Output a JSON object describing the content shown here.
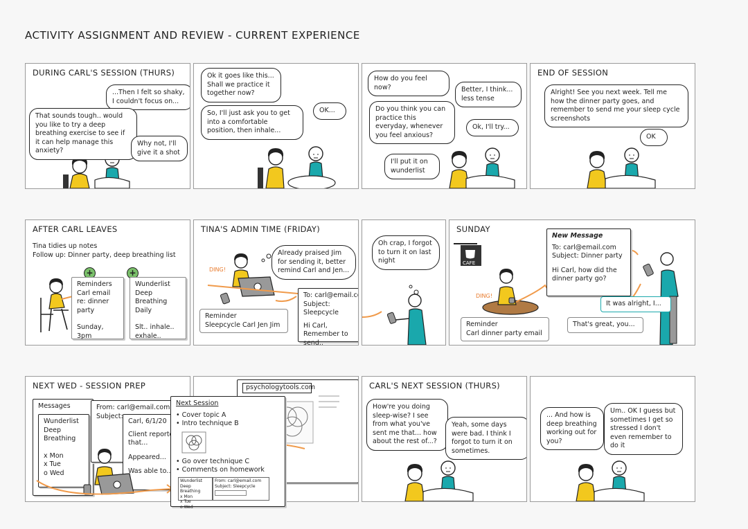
{
  "title": "ACTIVITY ASSIGNMENT AND REVIEW - CURRENT EXPERIENCE",
  "accent_colors": {
    "yellow": "#f2c81e",
    "teal": "#1aa8ac",
    "orange": "#f09a4a",
    "green": "#7ac06a"
  },
  "p1": {
    "title": "DURING CARL'S SESSION (THURS)",
    "carl1": "...Then I felt so shaky, I couldn't focus on...",
    "tina": "That sounds tough.. would you like to try a deep breathing exercise to see if it can help manage this anxiety?",
    "carl2": "Why not, I'll give it a shot"
  },
  "p2": {
    "tina1": "Ok it goes like this... Shall we practice it together now?",
    "tina2": "So, I'll just ask you to get into a comfortable position, then inhale...",
    "carl": "OK..."
  },
  "p3": {
    "tina1": "How do you feel now?",
    "carl1": "Better, I think... less tense",
    "tina2": "Do you think you can practice this everyday, whenever you feel anxious?",
    "carl2": "Ok, I'll try...",
    "tina3": "I'll put it on wunderlist"
  },
  "p4": {
    "title": "END OF SESSION",
    "tina": "Alright! See you next week. Tell me how the dinner party goes, and remember to send me your sleep cycle screenshots",
    "carl": "OK"
  },
  "p5": {
    "title": "AFTER CARL LEAVES",
    "line1": "Tina tidies up notes",
    "line2": "Follow up: Dinner party, deep breathing list",
    "card1": {
      "l1": "Reminders",
      "l2": "Carl email",
      "l3": "re: dinner party",
      "l4": "Sunday, 3pm"
    },
    "card2": {
      "l1": "Wunderlist",
      "l2": "Deep Breathing",
      "l3": "Daily",
      "l4": "Slt.. inhale..",
      "l5": "exhale.."
    },
    "plus": "+"
  },
  "p6": {
    "title": "TINA'S ADMIN TIME (FRIDAY)",
    "thought": "Already praised Jim for sending it, better remind Carl and Jen...",
    "ding": "DING!",
    "reminder": {
      "l1": "Reminder",
      "l2": "Sleepcycle Carl Jen Jim"
    },
    "email": {
      "to": "To: carl@email.com",
      "subject": "Subject: Sleepcycle",
      "greet": "Hi Carl,",
      "body": "Remember to send.."
    }
  },
  "p7": {
    "thought": "Oh crap, I forgot to turn it on last night"
  },
  "p8": {
    "title": "SUNDAY",
    "cafe": "CAFE",
    "ding": "DING!",
    "new_message": "New Message",
    "to": "To: carl@email.com",
    "subject": "Subject: Dinner party",
    "body": "Hi Carl, how did the dinner party go?",
    "reply": "It was alright, I...",
    "tina_reply": "That's great, you...",
    "reminder": {
      "l1": "Reminder",
      "l2": "Carl dinner party email"
    }
  },
  "p9": {
    "title": "NEXT WED - SESSION PREP",
    "messages": "Messages",
    "wl": {
      "l1": "Wunderlist",
      "l2": "Deep",
      "l3": "Breathing",
      "l4": "x Mon",
      "l5": "x Tue",
      "l6": "o Wed"
    },
    "email": {
      "from": "From: carl@email.com",
      "subject": "Subject:"
    },
    "notes": {
      "l1": "Carl, 6/1/20",
      "l2": "Client reported",
      "l3": "that...",
      "l4": "Appeared...",
      "l5": "Was able to..."
    },
    "next": {
      "title": "Next Session",
      "b1": "• Cover topic A",
      "b2": "• Intro technique B",
      "b3": "• Go over technique C",
      "b4": "• Comments on homework",
      "mini1": {
        "l1": "Wunderlist",
        "l2": "Deep Breathing",
        "l3": "x Mon",
        "l4": "x Tue",
        "l5": "o Wed"
      },
      "mini2": {
        "l1": "From: carl@email.com",
        "l2": "Subject: Sleepcycle"
      }
    }
  },
  "p10": {
    "url": "psychologytools.com"
  },
  "p11": {
    "title": "CARL'S NEXT SESSION (THURS)",
    "tina": "How're you doing sleep-wise? I see from what you've sent me that... how about the rest of...?",
    "carl": "Yeah, some days were bad. I think I forgot to turn it on sometimes."
  },
  "p12": {
    "tina": "... And how is deep breathing working out for you?",
    "carl": "Um.. OK I guess but sometimes I get so stressed I don't even remember to do it"
  }
}
